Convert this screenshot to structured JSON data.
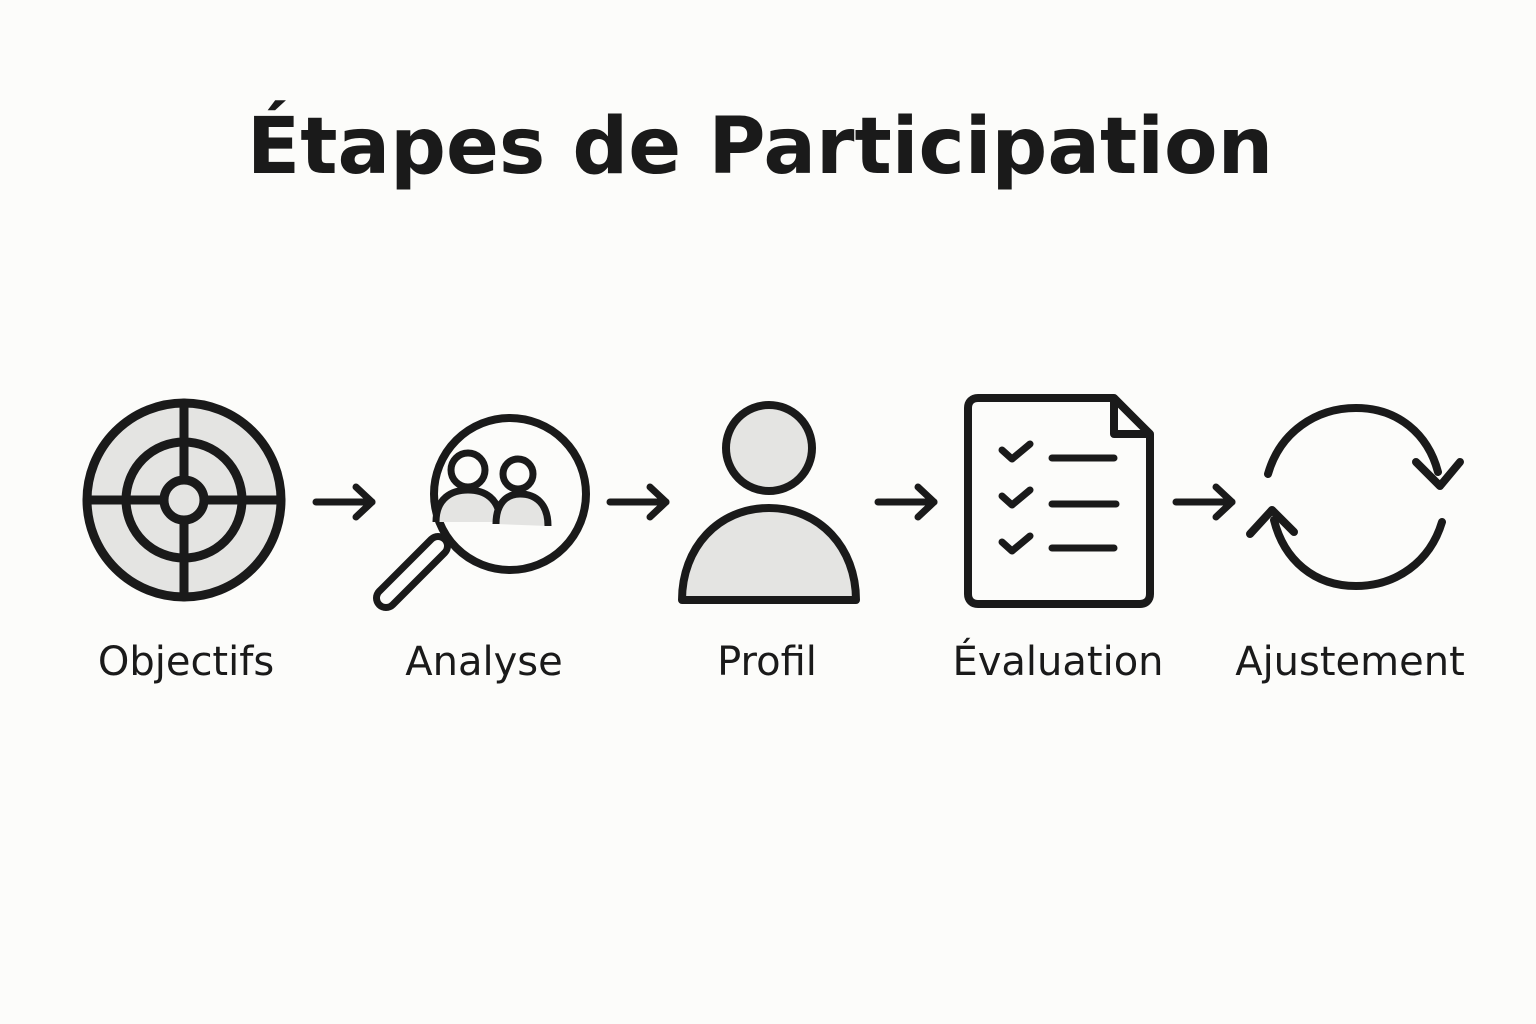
{
  "title": "Étapes de Participation",
  "steps": [
    {
      "label": "Objectifs",
      "icon": "target-icon"
    },
    {
      "label": "Analyse",
      "icon": "magnifier-people-icon"
    },
    {
      "label": "Profil",
      "icon": "person-icon"
    },
    {
      "label": "Évaluation",
      "icon": "checklist-icon"
    },
    {
      "label": "Ajustement",
      "icon": "refresh-cycle-icon"
    }
  ],
  "colors": {
    "background": "#fcfcfa",
    "ink": "#1a1a1a",
    "icon_fill": "#e4e4e2"
  }
}
